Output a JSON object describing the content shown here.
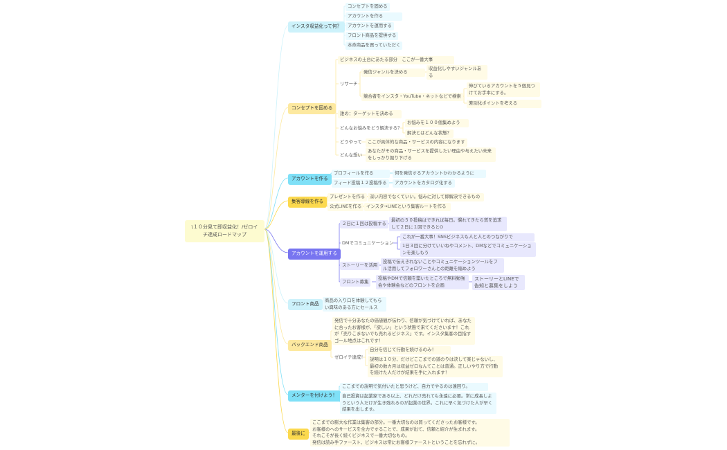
{
  "root": {
    "title": "\\１０分見て即収益化！/ゼロイチ達成ロードマップ"
  },
  "colors": {
    "cyan": "#7fe0f7",
    "cyan_light": "#cdf2fb",
    "yellow": "#fcd94e",
    "yellow_light": "#fde9a0",
    "purple": "#7875f0",
    "root_bg": "#fdfbd0"
  },
  "branches": {
    "b1": {
      "label": "インスタ収益化って何？",
      "items": [
        "コンセプトを固める",
        "アカウントを作る",
        "アカウントを運用する",
        "フロント商品を提供する",
        "本命商品を買っていただく"
      ]
    },
    "b2": {
      "label": "コンセプトを固める",
      "foundation": "ビジネスの土台にあたる部分　ここが一番大事",
      "research": {
        "label": "リサーチ",
        "genre": "発信ジャンルを決める",
        "genre_note": "収益化しやすいジャンルある",
        "competitor": "競合者をインスタ・YouTube・ネットなどで検索",
        "competitor_note1": "伸びているアカウントを５個見つけてお手本にする。",
        "competitor_note2": "差別化ポイントを考える"
      },
      "who": "誰の：ターゲットを決める",
      "problem": {
        "label": "どんなお悩みをどう解決する？",
        "note1": "お悩みを１００個集めよう",
        "note2": "解決とはどんな状態？"
      },
      "how": {
        "label": "どうやって",
        "note": "ここが具体的な商品・サービスの内容になります"
      },
      "thought": {
        "label": "どんな想い",
        "note": "あなたがその商品・サービスを提供したい理由や与えたい未来をしっかり掘り下げる"
      }
    },
    "b3": {
      "label": "アカウントを作る",
      "profile": "プロフィールを作る",
      "profile_note": "何を発信するアカウントかわかるように",
      "feed": "フィード投稿１２投稿作る",
      "feed_note": "アカウントをカタログ化する"
    },
    "b4": {
      "label": "集客導線を作る",
      "present": "プレゼントを作る",
      "present_note": "深い内容でなくていい。悩みに対して即解決できるもの",
      "line": "公式LINEを作る",
      "line_note": "インスタ→LINEという集客ルートを作る"
    },
    "b5": {
      "label": "アカウントを運用する",
      "post": "２日に１回は投稿する",
      "post_note": "最初の５０投稿はできれば毎日。慣れてきたら質を追求して２日に１回できるとO",
      "dm": "DMでコミュニケーション",
      "dm_note1": "これが一番大事！SNSビジネスも人と人とのつながりで",
      "dm_note2": "1日３回に分けていいねやコメント、DMなどでコミュニケーションを楽しもう",
      "story": "ストーリーを活用",
      "story_note": "投稿で伝えきれないことやコミュニケーションツールをフル活用してフォロワーさんとの距離を縮めよう",
      "front": "フロント募集",
      "front_note": "投稿やDMで信頼を築いたところで無料勉強会や体験会などのフロントを企画",
      "front_note2": "ストーリーとLINEで告知と募集をしよう"
    },
    "b6": {
      "label": "フロント商品",
      "note": "商品の入り口を体験してもらい興味のある方にセールス"
    },
    "b7": {
      "label": "バックエンド商品",
      "note": "発信で十分あなたの価値観が伝わり、信頼が気づけていれば、あなたに合ったお客様が、「欲しい」という状態で来てくださいます！これが「売りこまないでも売れるビジネス」です。インスタ集客の目指すゴール地点はこれです！",
      "zero": "ゼロイチ達成！",
      "zero_note1": "自分を信じて行動を続けるのみ！",
      "zero_note2": "説明は１０分、だけどここまでの道のりは決して楽じゃないし、最初の数カ月は収益ゼロなんてことは普通。正しいやり方で行動を続けた人だけが結果を手に入れます！"
    },
    "b8": {
      "label": "メンターを付けよう！",
      "note1": "ここまでの説明で気付いたと思うけど、自力でやるのは遠回り。",
      "note2": "自己投資は起業家である以上、どれだけ売れても永遠に必要。常に成長しようという人だけが生き残れるのが起業の世界。これに早く気づけた人が早く結果を出します。"
    },
    "b9": {
      "label": "最後に",
      "note": "ここまでの膨大な作業は集客の部分。一番大切なのは買ってくださったお客様です。\nお客様のへのサービスを全力ですることで、成果が出て、信頼と紹介が生まれます。\nそれこそが長く続くビジネスで一番大切なもの。\n発信は読み手ファースト、ビジネスは常にお客様ファーストということを忘れずに。"
    }
  }
}
